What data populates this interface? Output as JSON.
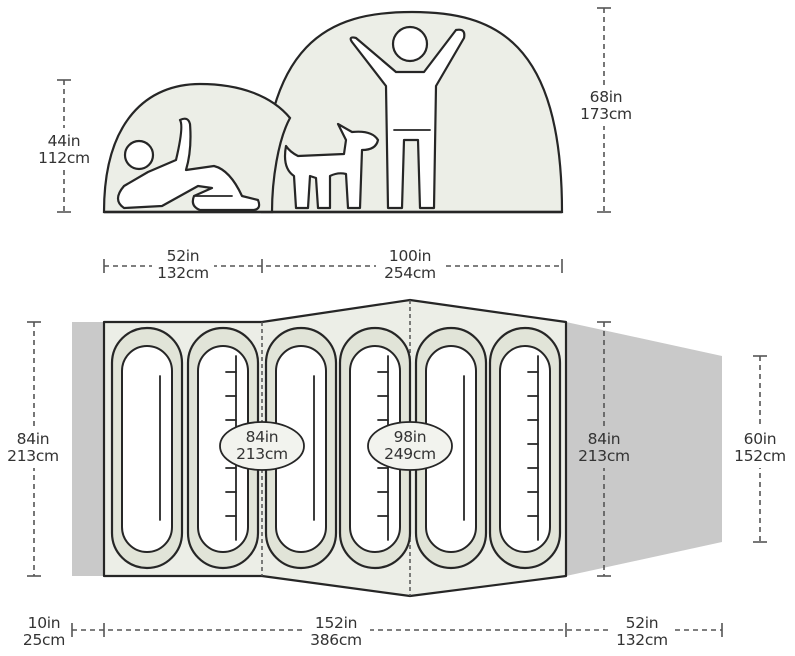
{
  "colors": {
    "tent_fill": "#eceee7",
    "vestibule": "#c9c9c9",
    "sleeping_bag": "#e1e4d8",
    "outline": "#262626",
    "dimension": "#555555"
  },
  "side_view": {
    "small_dome_height": {
      "in": "44in",
      "cm": "112cm"
    },
    "large_dome_height": {
      "in": "68in",
      "cm": "173cm"
    },
    "small_dome_width": {
      "in": "52in",
      "cm": "132cm"
    },
    "large_dome_width": {
      "in": "100in",
      "cm": "254cm"
    },
    "icons": [
      "reclining-person-icon",
      "dog-icon",
      "standing-person-icon"
    ]
  },
  "floor_plan": {
    "left_depth": {
      "in": "84in",
      "cm": "213cm"
    },
    "right_depth": {
      "in": "84in",
      "cm": "213cm"
    },
    "vestibule_depth": {
      "in": "60in",
      "cm": "152cm"
    },
    "room_one_width": {
      "in": "84in",
      "cm": "213cm"
    },
    "room_two_width": {
      "in": "98in",
      "cm": "249cm"
    },
    "left_vestibule_length": {
      "in": "10in",
      "cm": "25cm"
    },
    "total_length": {
      "in": "152in",
      "cm": "386cm"
    },
    "right_vestibule_length": {
      "in": "52in",
      "cm": "132cm"
    },
    "sleeping_bags": 6
  }
}
